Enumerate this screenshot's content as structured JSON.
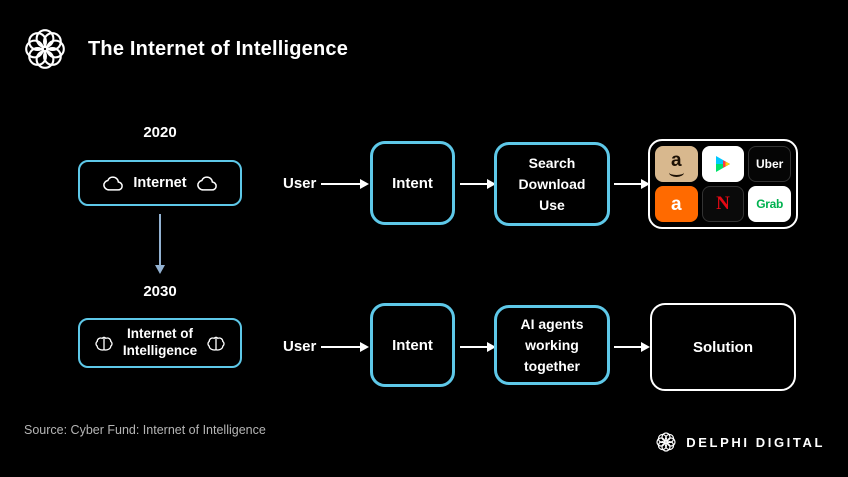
{
  "colors": {
    "background": "#000000",
    "accent_cyan": "#5ec8e8",
    "white_border": "#ffffff",
    "vertical_arrow": "#93b2d2",
    "muted_text": "#b5b5b5",
    "netflix_red": "#e50914",
    "grab_green": "#00b14f",
    "alibaba_orange": "#ff6a00",
    "amazon_tan": "#d8b88e"
  },
  "header": {
    "title": "The Internet of Intelligence",
    "logo": "delphi-knot-icon"
  },
  "flow_2020": {
    "year": "2020",
    "node_label": "Internet",
    "user_label": "User",
    "intent_label": "Intent",
    "process_label": "Search\nDownload\nUse",
    "apps": {
      "amazon_letter": "a",
      "uber_label": "Uber",
      "alibaba_letter": "a",
      "netflix_letter": "N",
      "grab_label": "Grab"
    },
    "app_icons": [
      "amazon-icon",
      "google-play-icon",
      "uber-icon",
      "alibaba-icon",
      "netflix-icon",
      "grab-icon"
    ]
  },
  "flow_2030": {
    "year": "2030",
    "node_label": "Internet of\nIntelligence",
    "user_label": "User",
    "intent_label": "Intent",
    "process_label": "AI agents\nworking\ntogether",
    "solution_label": "Solution"
  },
  "footer": {
    "source": "Source: Cyber Fund: Internet of Intelligence",
    "brand": "DELPHI DIGITAL"
  }
}
